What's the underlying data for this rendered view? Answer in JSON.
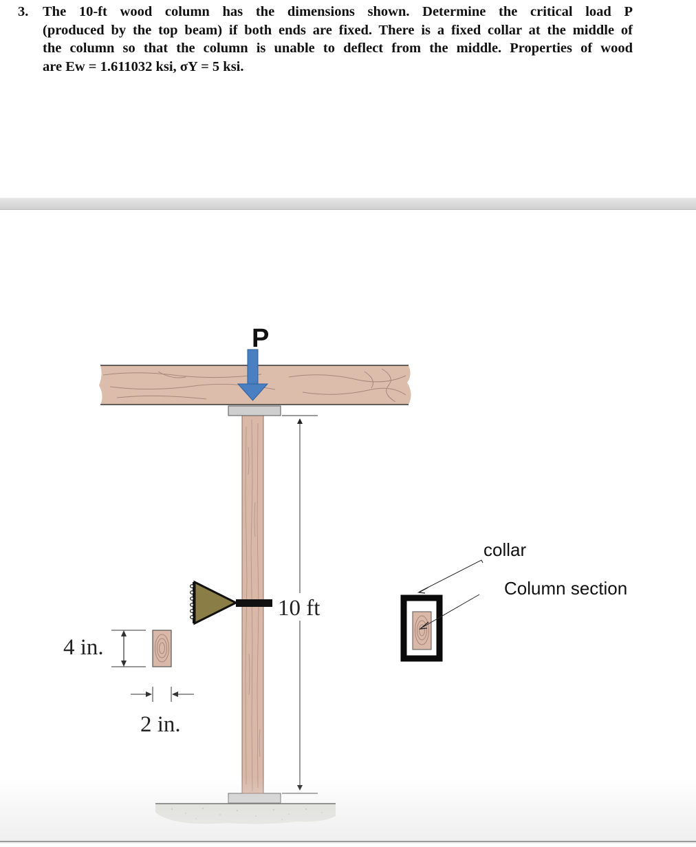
{
  "problem": {
    "number": "3.",
    "lines": [
      "The 10-ft wood column has the dimensions shown. Determine the critical load P",
      "(produced by the top beam) if both ends are fixed. There is a fixed collar at the middle of",
      "the column so that the column is unable to deflect from the middle. Properties of wood",
      "are Ew = 1.611032 ksi, σY = 5 ksi."
    ]
  },
  "figure": {
    "load_label": "P",
    "length_label": "10 ft",
    "depth_label": "4 in.",
    "width_label": "2 in.",
    "collar_label": "collar",
    "section_label": "Column section"
  },
  "colors": {
    "wood": "#d9b8a8",
    "wood_grain": "#a8877a",
    "load_arrow": "#4a7fc1",
    "collar_support": "#8a7d45",
    "plate": "#c8c8c8",
    "ground": "#e0e0dc"
  }
}
